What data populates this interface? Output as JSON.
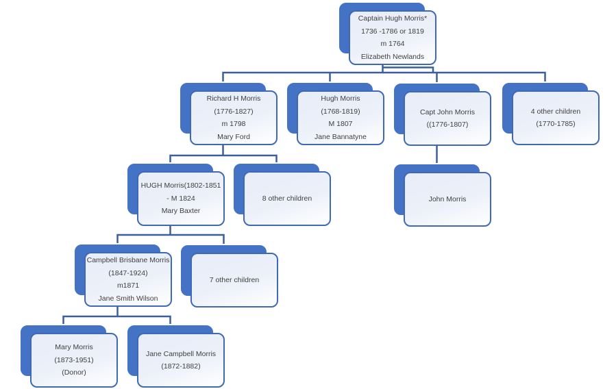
{
  "diagram_type": "family-tree-org-chart",
  "colors": {
    "node_shadow_fill": "#4472C4",
    "card_border": "#3E68B8",
    "card_fill_top": "#E8EDF8",
    "card_fill_bottom": "#FFFFFF",
    "connector": "#3A5F9D",
    "text": "#3F3F3F",
    "background": "#FFFFFF"
  },
  "nodes": [
    {
      "id": "captain-hugh-morris",
      "lines": [
        "Captain Hugh Morris*",
        "1736 -1786 or 1819",
        "m 1764",
        "Elizabeth Newlands"
      ]
    },
    {
      "id": "richard-h-morris",
      "lines": [
        "Richard H Morris",
        "(1776-1827)",
        "m 1798",
        "Mary Ford"
      ]
    },
    {
      "id": "hugh-morris",
      "lines": [
        "Hugh Morris",
        "(1768-1819)",
        "M 1807",
        "Jane Bannatyne"
      ]
    },
    {
      "id": "capt-john-morris",
      "lines": [
        "Capt John Morris",
        "((1776-1807)"
      ]
    },
    {
      "id": "four-other-children",
      "lines": [
        "4 other children",
        "(1770-1785)"
      ]
    },
    {
      "id": "hugh-morris-1802",
      "lines": [
        "HUGH Morris(1802-1851",
        "- M 1824",
        "Mary Baxter"
      ]
    },
    {
      "id": "eight-other-children",
      "lines": [
        "8 other children"
      ]
    },
    {
      "id": "john-morris",
      "lines": [
        "John Morris"
      ]
    },
    {
      "id": "campbell-brisbane-morris",
      "lines": [
        "Campbell Brisbane Morris",
        "(1847-1924)",
        "m1871",
        "Jane Smith Wilson"
      ]
    },
    {
      "id": "seven-other-children",
      "lines": [
        "7 other children"
      ]
    },
    {
      "id": "mary-morris",
      "lines": [
        "Mary Morris",
        "(1873-1951)",
        "(Donor)"
      ]
    },
    {
      "id": "jane-campbell-morris",
      "lines": [
        "Jane Campbell Morris",
        "(1872-1882)"
      ]
    }
  ]
}
